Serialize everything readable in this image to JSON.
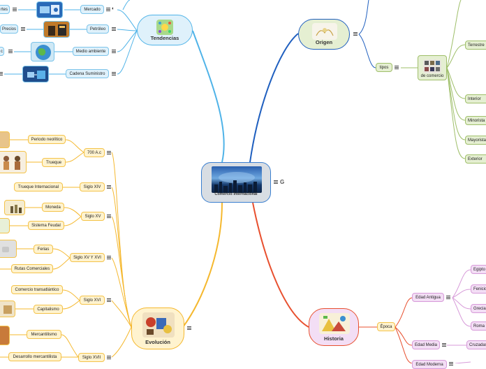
{
  "central": {
    "label": "Comercio Internacional",
    "badge": "G"
  },
  "branches": {
    "tendencias": {
      "label": "Tendencias",
      "children": [
        "Mercado",
        "Petróleo",
        "Medio ambiente",
        "Cadena Suministro"
      ],
      "left_labels": [
        "rtes",
        "Precios",
        "c"
      ]
    },
    "origen": {
      "label": "Origen",
      "tipos_label": "tipos",
      "tipos_child": "de comercio",
      "types": [
        "Terrestre",
        "Interior",
        "Minorista",
        "Mayorista",
        "Exterior"
      ]
    },
    "evolucion": {
      "label": "Evolución",
      "eras": [
        "700 A.c",
        "Siglo XIV",
        "Siglo XV",
        "Siglo XV Y XVI",
        "Siglo XVI",
        "Siglo XVII"
      ],
      "items": [
        "Periodo neolítico",
        "Trueque",
        "Trueque Internacional",
        "Moneda",
        "Sistema Feudal",
        "Ferias",
        "Rutas Comerciales",
        "Comercio transatlántico",
        "Capitalismo",
        "Mercantilismo",
        "Desarrollo mercantilista"
      ]
    },
    "historia": {
      "label": "Historia",
      "epoca": "Época",
      "periods": [
        "Edad Antigua",
        "Edad Media",
        "Edad Moderna"
      ],
      "civs": [
        "Egipto",
        "Fenicios",
        "Grecia",
        "Roma",
        "Cruzadas"
      ]
    }
  },
  "colors": {
    "tendencias": "#4fb3e8",
    "origen": "#1f5fbf",
    "evolucion": "#f5b82e",
    "historia": "#e8502f",
    "central_border": "#3a7fd0"
  }
}
